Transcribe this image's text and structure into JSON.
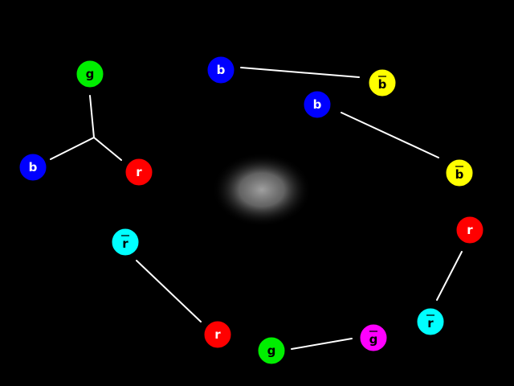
{
  "colors": {
    "background": "#000000",
    "bond": "#ffffff",
    "r": "#ff0000",
    "g": "#00ee00",
    "b": "#0000ff",
    "anti_r": "#00ffff",
    "anti_g": "#ff00ff",
    "anti_b": "#ffff00",
    "glow": "#9a9a9a"
  },
  "particles": [
    {
      "id": "p1",
      "label": "g",
      "anti": false,
      "color": "g"
    },
    {
      "id": "p2",
      "label": "b",
      "anti": false,
      "color": "b"
    },
    {
      "id": "p3",
      "label": "r",
      "anti": false,
      "color": "r"
    },
    {
      "id": "p4",
      "label": "b",
      "anti": false,
      "color": "b"
    },
    {
      "id": "p5",
      "label": "b",
      "anti": true,
      "color": "anti_b"
    },
    {
      "id": "p6",
      "label": "b",
      "anti": false,
      "color": "b"
    },
    {
      "id": "p7",
      "label": "b",
      "anti": true,
      "color": "anti_b"
    },
    {
      "id": "p8",
      "label": "r",
      "anti": false,
      "color": "r"
    },
    {
      "id": "p9",
      "label": "r",
      "anti": true,
      "color": "anti_r"
    },
    {
      "id": "p10",
      "label": "r",
      "anti": true,
      "color": "anti_r"
    },
    {
      "id": "p11",
      "label": "r",
      "anti": false,
      "color": "r"
    },
    {
      "id": "p12",
      "label": "g",
      "anti": false,
      "color": "g"
    },
    {
      "id": "p13",
      "label": "g",
      "anti": true,
      "color": "anti_g"
    }
  ]
}
